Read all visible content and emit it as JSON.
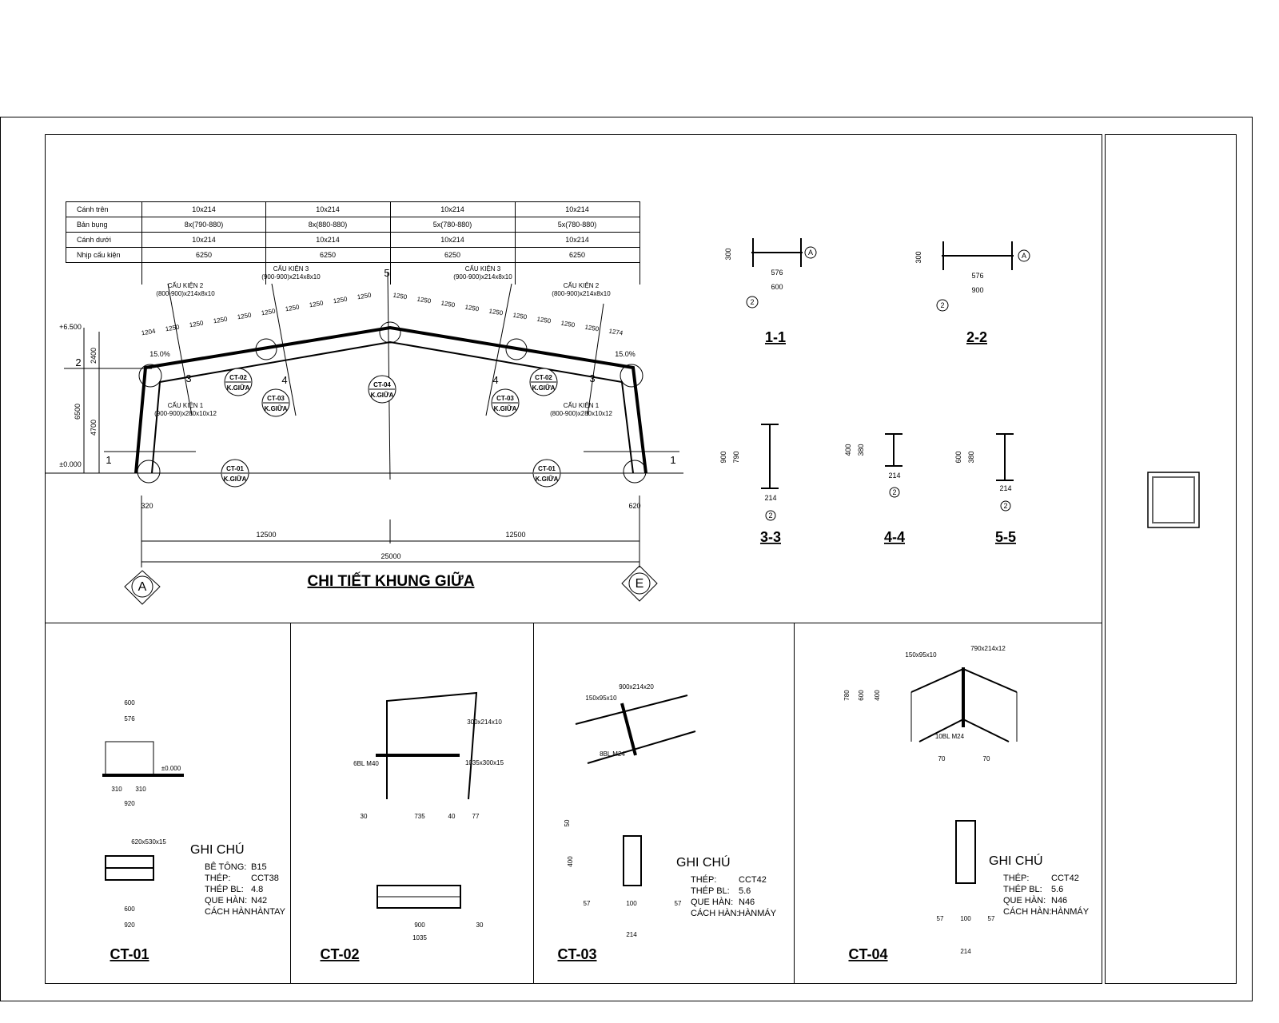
{
  "table": {
    "rows": [
      {
        "label": "Cánh trên",
        "values": [
          "10x214",
          "10x214",
          "10x214",
          "10x214"
        ]
      },
      {
        "label": "Bản bụng",
        "values": [
          "8x(790-880)",
          "8x(880-880)",
          "5x(780-880)",
          "5x(780-880)"
        ]
      },
      {
        "label": "Cánh dưới",
        "values": [
          "10x214",
          "10x214",
          "10x214",
          "10x214"
        ]
      },
      {
        "label": "Nhịp cấu kiện",
        "values": [
          "6250",
          "6250",
          "6250",
          "6250"
        ]
      }
    ]
  },
  "frame": {
    "title": "CHI TIẾT KHUNG GIỮA",
    "axis_left": "A",
    "axis_right": "E",
    "span_left": "12500",
    "span_right": "12500",
    "span_total": "25000",
    "col_height": "6500",
    "col_low": "4700",
    "col_top": "2400",
    "level_top": "+6.500",
    "level_base": "±0.000",
    "base_left": "320",
    "base_right": "620",
    "slope_left": "15.0%",
    "slope_right": "15.0%",
    "segments": [
      "1204",
      "1250",
      "1250",
      "1250",
      "1250",
      "1250",
      "1250",
      "1250",
      "1250",
      "1250",
      "1250",
      "1250",
      "1250",
      "1250",
      "1250",
      "1250",
      "1250",
      "1250",
      "1250",
      "1274"
    ],
    "members": [
      {
        "name": "CẤU KIỆN 2",
        "spec": "(800-900)x214x8x10"
      },
      {
        "name": "CẤU KIỆN 3",
        "spec": "(900-900)x214x8x10"
      },
      {
        "name": "CẤU KIỆN 3",
        "spec": "(900-900)x214x8x10"
      },
      {
        "name": "CẤU KIỆN 2",
        "spec": "(800-900)x214x8x10"
      },
      {
        "name": "CẤU KIỆN 1",
        "spec": "(900-900)x280x10x12"
      },
      {
        "name": "CẤU KIỆN 1",
        "spec": "(800-900)x280x10x12"
      }
    ],
    "details": [
      {
        "id": "CT-01",
        "loc": "K.GIỮA"
      },
      {
        "id": "CT-02",
        "loc": "K.GIỮA"
      },
      {
        "id": "CT-03",
        "loc": "K.GIỮA"
      },
      {
        "id": "CT-04",
        "loc": "K.GIỮA"
      },
      {
        "id": "CT-03",
        "loc": "K.GIỮA"
      },
      {
        "id": "CT-02",
        "loc": "K.GIỮA"
      },
      {
        "id": "CT-01",
        "loc": "K.GIỮA"
      }
    ],
    "cut_marks": [
      "1",
      "1",
      "2",
      "3",
      "3",
      "4",
      "4",
      "5"
    ]
  },
  "sections": [
    {
      "label": "1-1",
      "dims": [
        "300",
        "576",
        "600"
      ],
      "tag": "A",
      "bubble": "2"
    },
    {
      "label": "2-2",
      "dims": [
        "300",
        "576",
        "900"
      ],
      "tag": "A",
      "bubble": "2"
    },
    {
      "label": "3-3",
      "dims": [
        "900",
        "790",
        "214"
      ],
      "bubble": "2"
    },
    {
      "label": "4-4",
      "dims": [
        "400",
        "380",
        "214"
      ],
      "bubble": "2"
    },
    {
      "label": "5-5",
      "dims": [
        "600",
        "380",
        "214"
      ],
      "bubble": "2"
    }
  ],
  "details": [
    {
      "label": "CT-01",
      "dims": [
        "600",
        "576",
        "310",
        "310",
        "920",
        "600",
        "920"
      ],
      "notes_title": "GHI CHÚ",
      "notes": [
        [
          "BÊ TÔNG:",
          "B15"
        ],
        [
          "THÉP:",
          "CCT38"
        ],
        [
          "THÉP BL:",
          "4.8"
        ],
        [
          "QUE HÀN:",
          "N42"
        ],
        [
          "CÁCH HÀN:",
          "HÀNTAY"
        ]
      ],
      "callouts": [
        "620x530x15",
        "±0.000"
      ]
    },
    {
      "label": "CT-02",
      "dims": [
        "30",
        "735",
        "40",
        "77",
        "900",
        "1035",
        "30"
      ],
      "callouts": [
        "300x214x10",
        "1035x300x15",
        "6BL M40"
      ]
    },
    {
      "label": "CT-03",
      "dims": [
        "50",
        "400",
        "57",
        "100",
        "57",
        "214"
      ],
      "notes_title": "GHI CHÚ",
      "notes": [
        [
          "THÉP:",
          "CCT42"
        ],
        [
          "THÉP BL:",
          "5.6"
        ],
        [
          "QUE HÀN:",
          "N46"
        ],
        [
          "CÁCH HÀN:",
          "HÀNMÁY"
        ]
      ],
      "callouts": [
        "150x95x10",
        "900x214x20",
        "8BL M24"
      ]
    },
    {
      "label": "CT-04",
      "dims": [
        "780",
        "600",
        "400",
        "70",
        "70",
        "57",
        "100",
        "57",
        "214"
      ],
      "notes_title": "GHI CHÚ",
      "notes": [
        [
          "THÉP:",
          "CCT42"
        ],
        [
          "THÉP BL:",
          "5.6"
        ],
        [
          "QUE HÀN:",
          "N46"
        ],
        [
          "CÁCH HÀN:",
          "HÀNMÁY"
        ]
      ],
      "callouts": [
        "150x95x10",
        "790x214x12",
        "10BL M24"
      ]
    }
  ]
}
